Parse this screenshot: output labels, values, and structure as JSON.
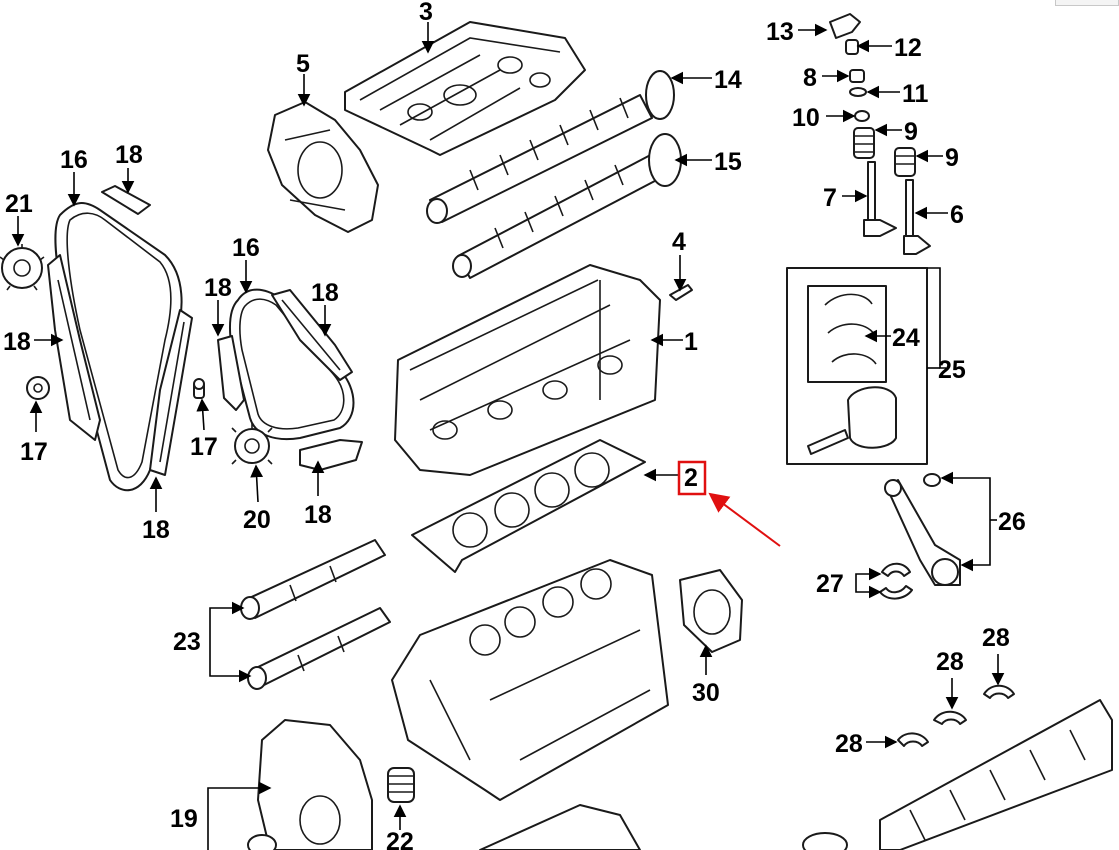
{
  "diagram": {
    "highlight_color": "#e01010",
    "selected_callout": "2",
    "callouts": {
      "c1": "1",
      "c2": "2",
      "c3": "3",
      "c4": "4",
      "c5": "5",
      "c6": "6",
      "c7": "7",
      "c8": "8",
      "c9a": "9",
      "c9b": "9",
      "c10": "10",
      "c11": "11",
      "c12": "12",
      "c13": "13",
      "c14": "14",
      "c15": "15",
      "c16a": "16",
      "c16b": "16",
      "c17a": "17",
      "c17b": "17",
      "c18a": "18",
      "c18b": "18",
      "c18c": "18",
      "c18d": "18",
      "c18e": "18",
      "c18f": "18",
      "c19": "19",
      "c20": "20",
      "c21": "21",
      "c22": "22",
      "c23": "23",
      "c24": "24",
      "c25": "25",
      "c26": "26",
      "c27": "27",
      "c28a": "28",
      "c28b": "28",
      "c28c": "28",
      "c30": "30"
    }
  }
}
